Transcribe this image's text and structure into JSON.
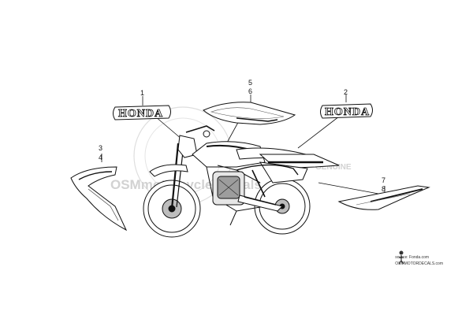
{
  "callouts": {
    "c1": "1",
    "c2": "2",
    "c3": "3",
    "c4": "4",
    "c5": "5",
    "c6": "6",
    "c7": "7",
    "c8": "8"
  },
  "emblems": {
    "left": "HONDA",
    "right": "HONDA"
  },
  "watermark": {
    "text": "OSMmotorcyclesdecals.com",
    "side": "GENUINE"
  },
  "source": {
    "line1": "source: Fonda.com",
    "line2": "OSMMOTORDECALS.com"
  },
  "colors": {
    "line": "#111111",
    "watermark": "#d2d2d2",
    "background": "#ffffff"
  }
}
